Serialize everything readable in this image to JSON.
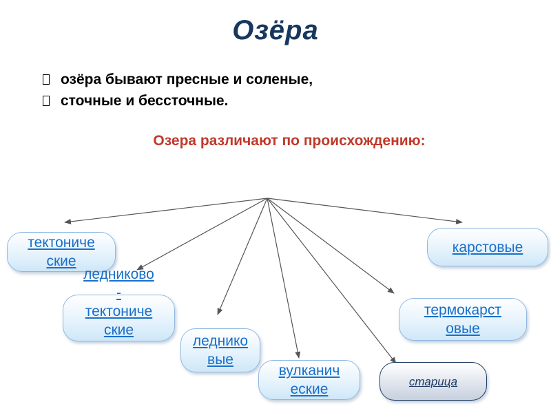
{
  "title": "Озёра",
  "bullets": [
    "озёра бывают пресные и соленые,",
    "сточные и бессточные."
  ],
  "subtitle": "Озера различают по происхождению:",
  "nodes": {
    "tectonic": "тектониче\nские",
    "glacial_tectonic": "ледниково\n-\nтектониче\nские",
    "glacial": "леднико\nвые",
    "volcanic": "вулканич\nеские",
    "oxbow": "старица",
    "thermokarst": "термокарст\nовые",
    "karst": "карстовые"
  },
  "colors": {
    "title": "#17375e",
    "subtitle": "#c0392b",
    "node_text": "#1a6fc9",
    "node_border": "#8fb8e0",
    "oxbow_border": "#1f3b63",
    "arrow": "#555555"
  }
}
